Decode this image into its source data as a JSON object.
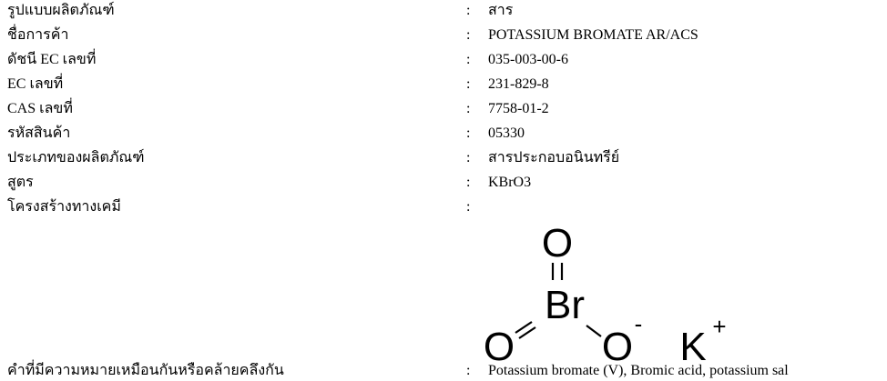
{
  "fields": [
    {
      "label": "รูปแบบผลิตภัณฑ์",
      "value": "สาร"
    },
    {
      "label": "ชื่อการค้า",
      "value": "POTASSIUM BROMATE AR/ACS"
    },
    {
      "label": "ดัชนี EC เลขที่",
      "value": "035-003-00-6"
    },
    {
      "label": "EC เลขที่",
      "value": "231-829-8"
    },
    {
      "label": "CAS เลขที่",
      "value": "7758-01-2"
    },
    {
      "label": "รหัสสินค้า",
      "value": "05330"
    },
    {
      "label": "ประเภทของผลิตภัณฑ์",
      "value": "สารประกอบอนินทรีย์"
    },
    {
      "label": "สูตร",
      "value": "KBrO3"
    },
    {
      "label": "โครงสร้างทางเคมี",
      "value": ""
    }
  ],
  "synonyms": {
    "label": "คำที่มีความหมายเหมือนกันหรือคล้ายคลึงกัน",
    "value": "Potassium bromate (V), Bromic acid, potassium sal"
  },
  "separator": ":",
  "structure": {
    "atom_o_top": "O",
    "atom_br": "Br",
    "atom_o_left": "O",
    "atom_o_right": "O",
    "charge_minus": "-",
    "cation": "K",
    "charge_plus": "+"
  }
}
